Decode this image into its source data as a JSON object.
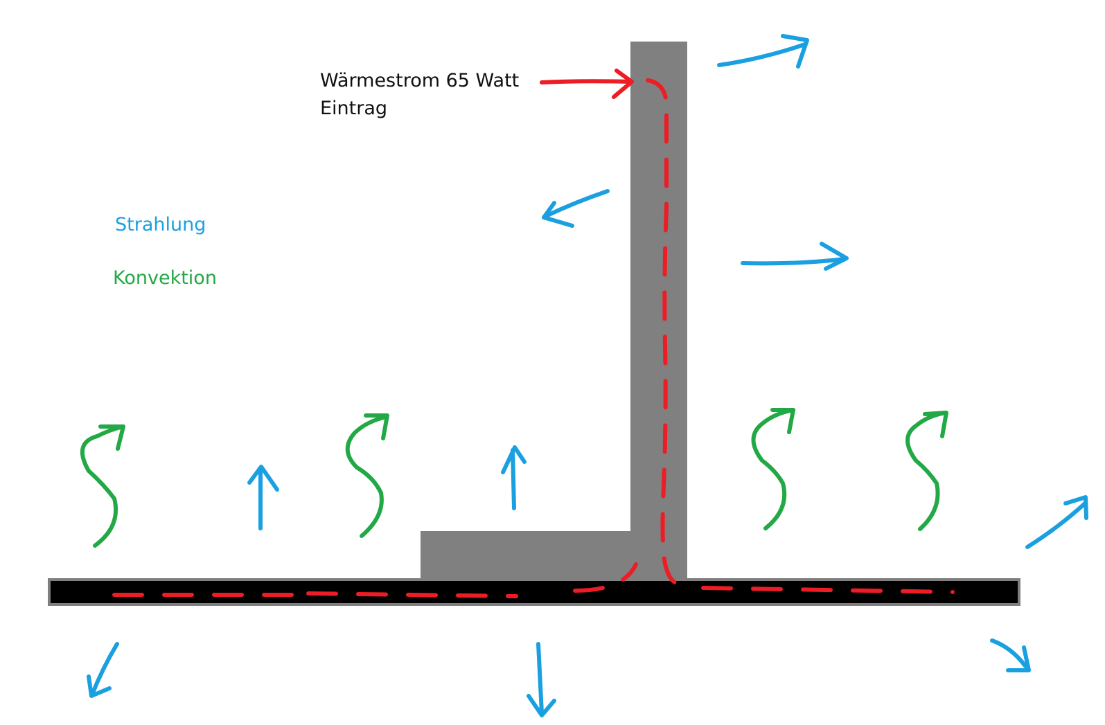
{
  "annotation": {
    "heat_flow_line1": "Wärmestrom 65 Watt",
    "heat_flow_line2": "Eintrag"
  },
  "legend": {
    "radiation": "Strahlung",
    "convection": "Konvektion"
  },
  "colors": {
    "radiation": "#1aa0e0",
    "convection": "#22a845",
    "heat_flow": "#ee1c24",
    "part": "#808080",
    "plate": "#000000",
    "plate_border": "#7f7f7f",
    "text": "#111111"
  }
}
